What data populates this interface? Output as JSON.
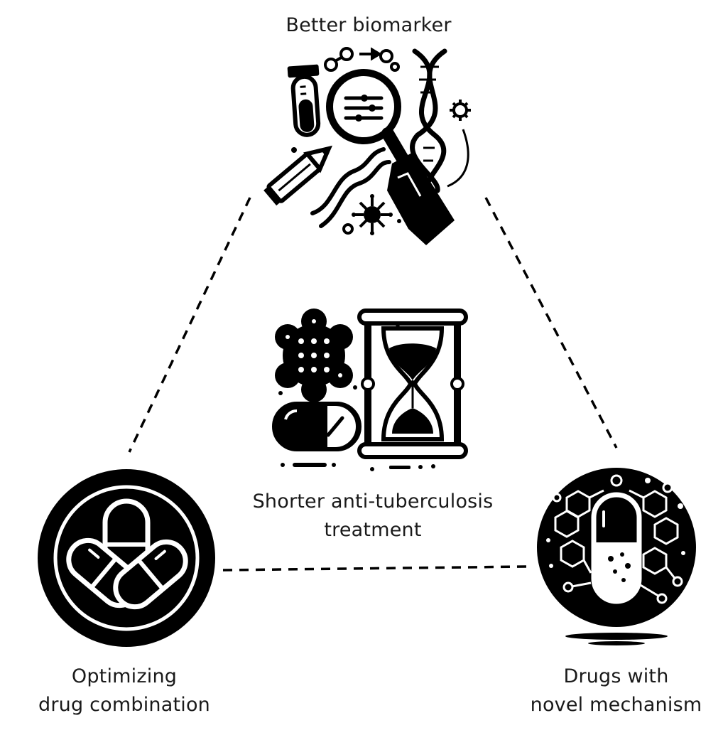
{
  "labels": {
    "top": "Better biomarker",
    "center_line1": "Shorter anti-tuberculosis",
    "center_line2": "treatment",
    "left_line1": "Optimizing",
    "left_line2": "drug combination",
    "right_line1": "Drugs with",
    "right_line2": "novel mechanism"
  },
  "icons": {
    "top": "biomarker-research-icon",
    "center": "molecule-pill-hourglass-icon",
    "left": "pill-combination-icon",
    "right": "capsule-molecule-icon"
  },
  "colors": {
    "ink": "#000000",
    "paper": "#ffffff"
  }
}
